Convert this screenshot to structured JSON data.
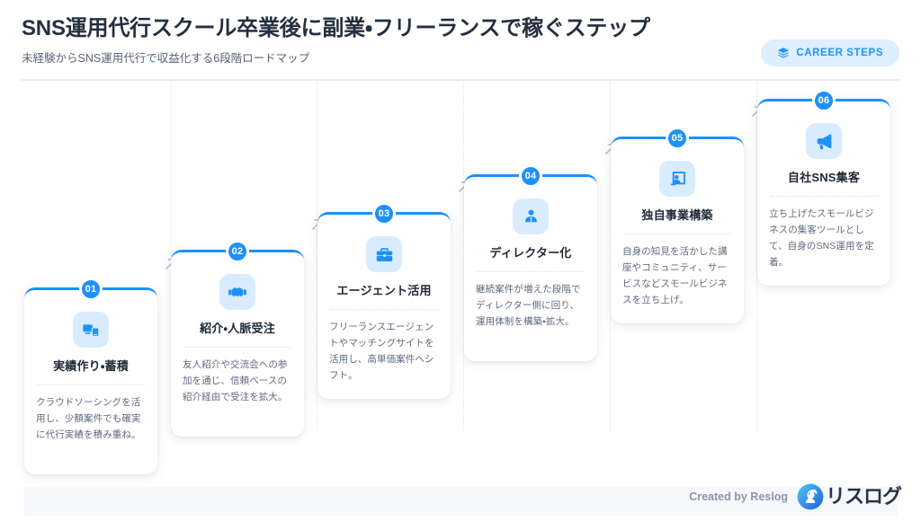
{
  "header": {
    "title": "SNS運用代行スクール卒業後に副業・フリーランスで稼ぐステップ",
    "subtitle": "未経験からSNS運用代行で収益化する6段階ロードマップ",
    "badge": {
      "label": "CAREER STEPS",
      "icon": "layers-icon",
      "background": "#ddeeff",
      "text_color": "#2196f3"
    }
  },
  "theme": {
    "accent": "#1e90ff",
    "icon_tile_bg": "#d9ecfd",
    "card_bg": "#ffffff",
    "page_bg": "#ffffff",
    "band_bg": "#f6f8fc",
    "title_color": "#252f3f",
    "body_color": "#5e6a7d",
    "connector_color": "#b9c2d0"
  },
  "steps": [
    {
      "number": "01",
      "icon": "device-copy-icon",
      "title": "実績作り・蓄積",
      "description": "クラウドソーシングを活用し、少額案件でも確実に代行実績を積み重ね。"
    },
    {
      "number": "02",
      "icon": "handshake-icon",
      "title": "紹介・人脈受注",
      "description": "友人紹介や交流会への参加を通じ、信頼ベースの紹介経由で受注を拡大。"
    },
    {
      "number": "03",
      "icon": "briefcase-icon",
      "title": "エージェント活用",
      "description": "フリーランスエージェントやマッチングサイトを活用し、高単価案件へシフト。"
    },
    {
      "number": "04",
      "icon": "user-group-icon",
      "title": "ディレクター化",
      "description": "継続案件が増えた段階でディレクター側に回り、運用体制を構築・拡大。"
    },
    {
      "number": "05",
      "icon": "presentation-person-icon",
      "title": "独自事業構築",
      "description": "自身の知見を活かした講座やコミュニティ、サービスなどスモールビジネスを立ち上げ。"
    },
    {
      "number": "06",
      "icon": "megaphone-icon",
      "title": "自社SNS集客",
      "description": "立ち上げたスモールビジネスの集客ツールとして、自身のSNS運用を定着。"
    }
  ],
  "connectors": [
    {
      "icon": "arrow-up-right-icon"
    },
    {
      "icon": "arrow-up-right-icon"
    },
    {
      "icon": "arrow-up-right-icon"
    },
    {
      "icon": "arrow-up-right-icon"
    },
    {
      "icon": "arrow-up-right-icon"
    }
  ],
  "footer": {
    "credit": "Created by Reslog",
    "wordmark": "リスログ",
    "logo_icon": "squirrel-logo-icon"
  }
}
